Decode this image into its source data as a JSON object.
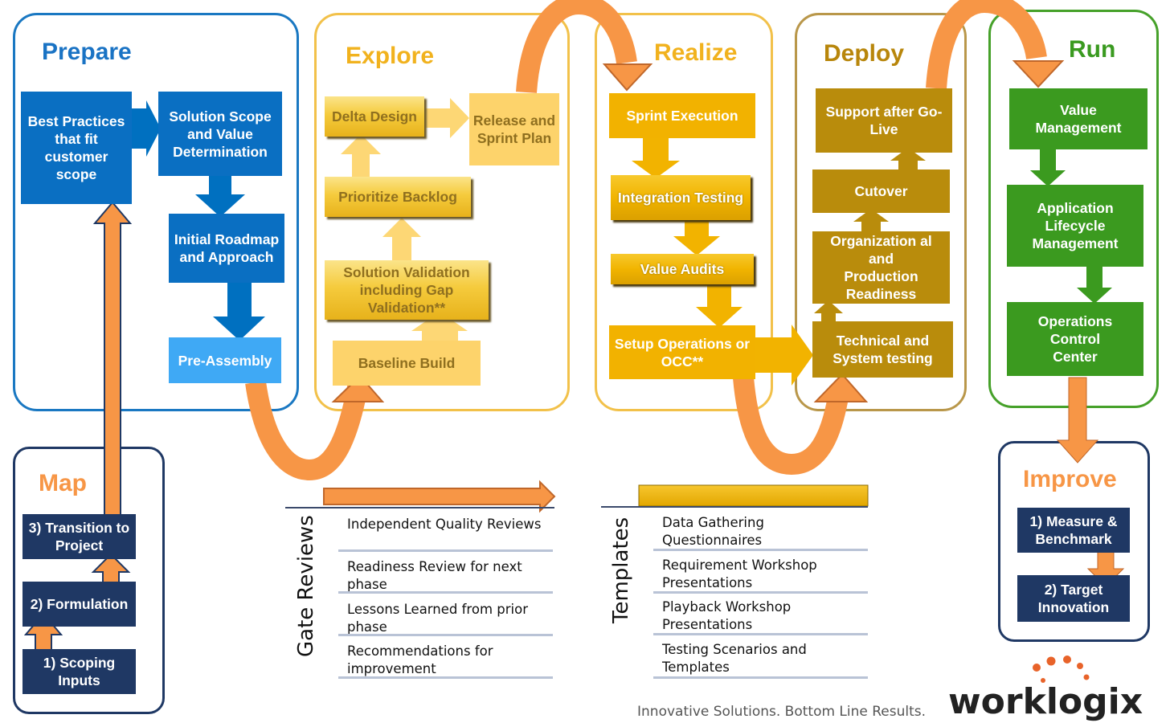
{
  "phases": {
    "prepare": {
      "title": "Prepare",
      "best_practices": "Best Practices that fit customer scope",
      "solution_scope": "Solution Scope and Value Determination",
      "roadmap": "Initial Roadmap and Approach",
      "pre_assembly": "Pre-Assembly"
    },
    "explore": {
      "title": "Explore",
      "delta_design": "Delta Design",
      "release_plan": "Release and Sprint Plan",
      "prioritize": "Prioritize Backlog",
      "validation": "Solution Validation including Gap Validation**",
      "baseline": "Baseline Build"
    },
    "realize": {
      "title": "Realize",
      "sprint": "Sprint Execution",
      "integration": "Integration Testing",
      "value_audits": "Value Audits",
      "setup_ops": "Setup Operations or OCC**"
    },
    "deploy": {
      "title": "Deploy",
      "support": "Support after Go-Live",
      "cutover": "Cutover",
      "org_readiness": "Organization al and Production Readiness",
      "tech_testing": "Technical and System testing"
    },
    "run": {
      "title": "Run",
      "value_mgmt": "Value Management",
      "alm": "Application Lifecycle Management",
      "occ": "Operations Control Center"
    },
    "map": {
      "title": "Map",
      "step3": "3) Transition to Project",
      "step2": "2) Formulation",
      "step1": "1) Scoping Inputs"
    },
    "improve": {
      "title": "Improve",
      "step1": "1) Measure & Benchmark",
      "step2": "2) Target Innovation"
    }
  },
  "gate_reviews": {
    "label": "Gate Reviews",
    "items": [
      "Independent Quality Reviews",
      "Readiness Review for next phase",
      "Lessons Learned from prior phase",
      "Recommendations for improvement"
    ]
  },
  "templates": {
    "label": "Templates",
    "items": [
      "Data Gathering Questionnaires",
      "Requirement Workshop Presentations",
      "Playback Workshop Presentations",
      "Testing Scenarios and Templates"
    ]
  },
  "footer": {
    "tagline": "Innovative Solutions. Bottom Line Results.",
    "logo_text": "worklogix"
  },
  "colors": {
    "prepare_blue": "#0070c0",
    "explore_gold": "#f5c342",
    "realize_yellow": "#f0b000",
    "deploy_brown": "#b98c0c",
    "run_green": "#3b9a1f",
    "navy": "#1f3864",
    "orange": "#f79646"
  }
}
